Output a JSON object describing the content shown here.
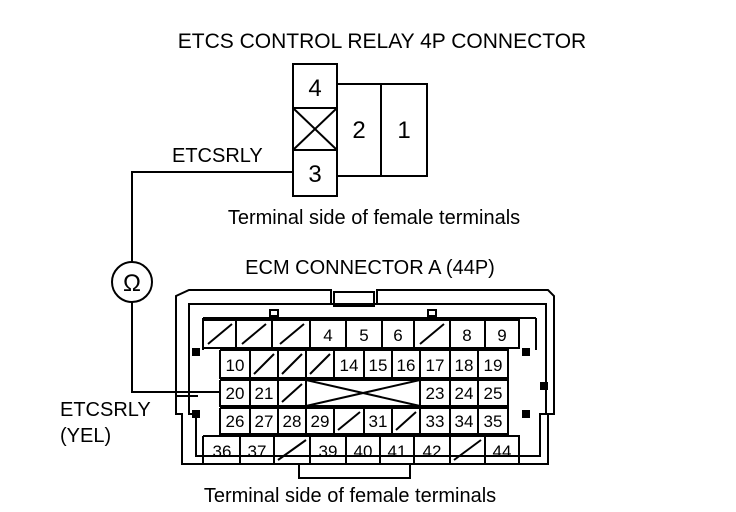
{
  "relay": {
    "title": "ETCS CONTROL RELAY 4P CONNECTOR",
    "terminal_note": "Terminal side of female terminals",
    "wire_label": "ETCSRLY",
    "pins": {
      "p4": "4",
      "p3": "3",
      "p2": "2",
      "p1": "1"
    }
  },
  "meter": {
    "symbol": "Ω"
  },
  "ecm": {
    "title": "ECM CONNECTOR A (44P)",
    "terminal_note": "Terminal side of female terminals",
    "wire_label": "ETCSRLY",
    "wire_color": "(YEL)",
    "rows": [
      [
        "",
        "",
        "",
        "4",
        "5",
        "6",
        "",
        "8",
        "9"
      ],
      [
        "10",
        "",
        "",
        "",
        "14",
        "15",
        "16",
        "17",
        "18",
        "19"
      ],
      [
        "20",
        "21",
        "",
        "23",
        "24",
        "25"
      ],
      [
        "26",
        "27",
        "28",
        "29",
        "",
        "31",
        "",
        "33",
        "34",
        "35"
      ],
      [
        "36",
        "37",
        "",
        "39",
        "40",
        "41",
        "42",
        "",
        "44"
      ]
    ]
  }
}
